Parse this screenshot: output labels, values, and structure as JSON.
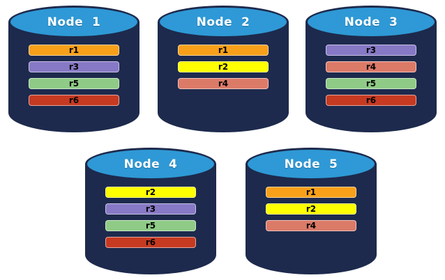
{
  "diagram_title": "replica-distribution-across-nodes",
  "colors": {
    "background": "#ffffff",
    "cylinder_body": "#1D2A4D",
    "cylinder_top": "#2E99D6",
    "cylinder_outline": "#1D2A4D",
    "node_label_text": "#ffffff",
    "replica_label_text": "#000000"
  },
  "replica_colors": {
    "r1": "#F9A01B",
    "r2": "#FFFF00",
    "r3": "#8779C5",
    "r4": "#DC7A68",
    "r5": "#8FCB86",
    "r6": "#C63A22"
  },
  "nodes": [
    {
      "label": "Node  1",
      "replicas": [
        "r1",
        "r3",
        "r5",
        "r6"
      ]
    },
    {
      "label": "Node  2",
      "replicas": [
        "r1",
        "r2",
        "r4"
      ]
    },
    {
      "label": "Node  3",
      "replicas": [
        "r3",
        "r4",
        "r5",
        "r6"
      ]
    },
    {
      "label": "Node  4",
      "replicas": [
        "r2",
        "r3",
        "r5",
        "r6"
      ]
    },
    {
      "label": "Node  5",
      "replicas": [
        "r1",
        "r2",
        "r4"
      ]
    }
  ]
}
